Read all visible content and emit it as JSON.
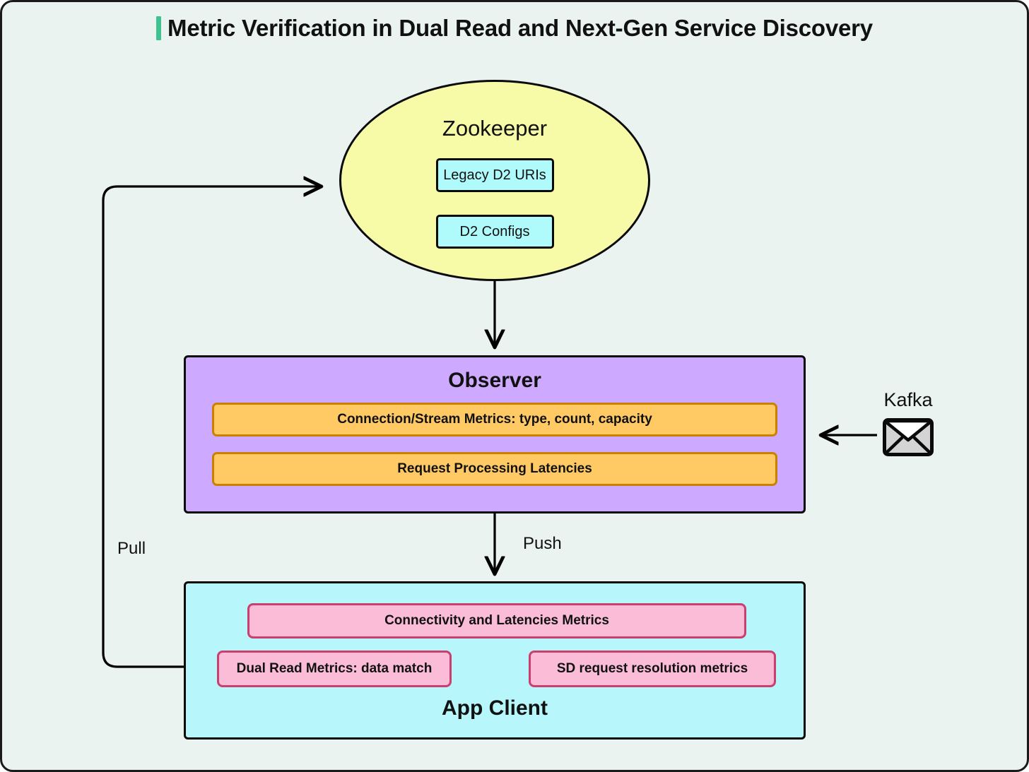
{
  "page": {
    "title": "Metric Verification in Dual Read and Next-Gen Service Discovery",
    "background_color": "#eaf3f0",
    "accent_color": "#3ec28f",
    "border_color": "#1a1a1a"
  },
  "nodes": {
    "zookeeper": {
      "label": "Zookeeper",
      "fill_color": "#f7fba8",
      "stroke_color": "#0a0a0a",
      "shape": "ellipse",
      "items": [
        {
          "label": "Legacy D2 URIs",
          "fill_color": "#affbfb",
          "stroke_color": "#0a0a0a"
        },
        {
          "label": "D2 Configs",
          "fill_color": "#affbfb",
          "stroke_color": "#0a0a0a"
        }
      ]
    },
    "observer": {
      "label": "Observer",
      "fill_color": "#cdaaff",
      "stroke_color": "#0a0a0a",
      "shape": "rectangle",
      "items": [
        {
          "label": "Connection/Stream Metrics: type, count, capacity",
          "fill_color": "#ffc964",
          "stroke_color": "#cc8000"
        },
        {
          "label": "Request Processing Latencies",
          "fill_color": "#ffc964",
          "stroke_color": "#cc8000"
        }
      ]
    },
    "app_client": {
      "label": "App Client",
      "fill_color": "#b7f7fb",
      "stroke_color": "#0a0a0a",
      "shape": "rectangle",
      "items": [
        {
          "label": "Connectivity and Latencies Metrics",
          "fill_color": "#fbbcd7",
          "stroke_color": "#c94070"
        },
        {
          "label": "Dual Read Metrics: data match",
          "fill_color": "#fbbcd7",
          "stroke_color": "#c94070"
        },
        {
          "label": "SD request resolution metrics",
          "fill_color": "#fbbcd7",
          "stroke_color": "#c94070"
        }
      ]
    },
    "kafka": {
      "label": "Kafka",
      "icon": "envelope-icon"
    }
  },
  "edges": [
    {
      "from": "zookeeper",
      "to": "observer",
      "label": "",
      "direction": "down"
    },
    {
      "from": "observer",
      "to": "app_client",
      "label": "Push",
      "direction": "down"
    },
    {
      "from": "app_client",
      "to": "zookeeper",
      "label": "Pull",
      "direction": "left-up-right"
    },
    {
      "from": "kafka",
      "to": "observer",
      "label": "",
      "direction": "left"
    }
  ]
}
